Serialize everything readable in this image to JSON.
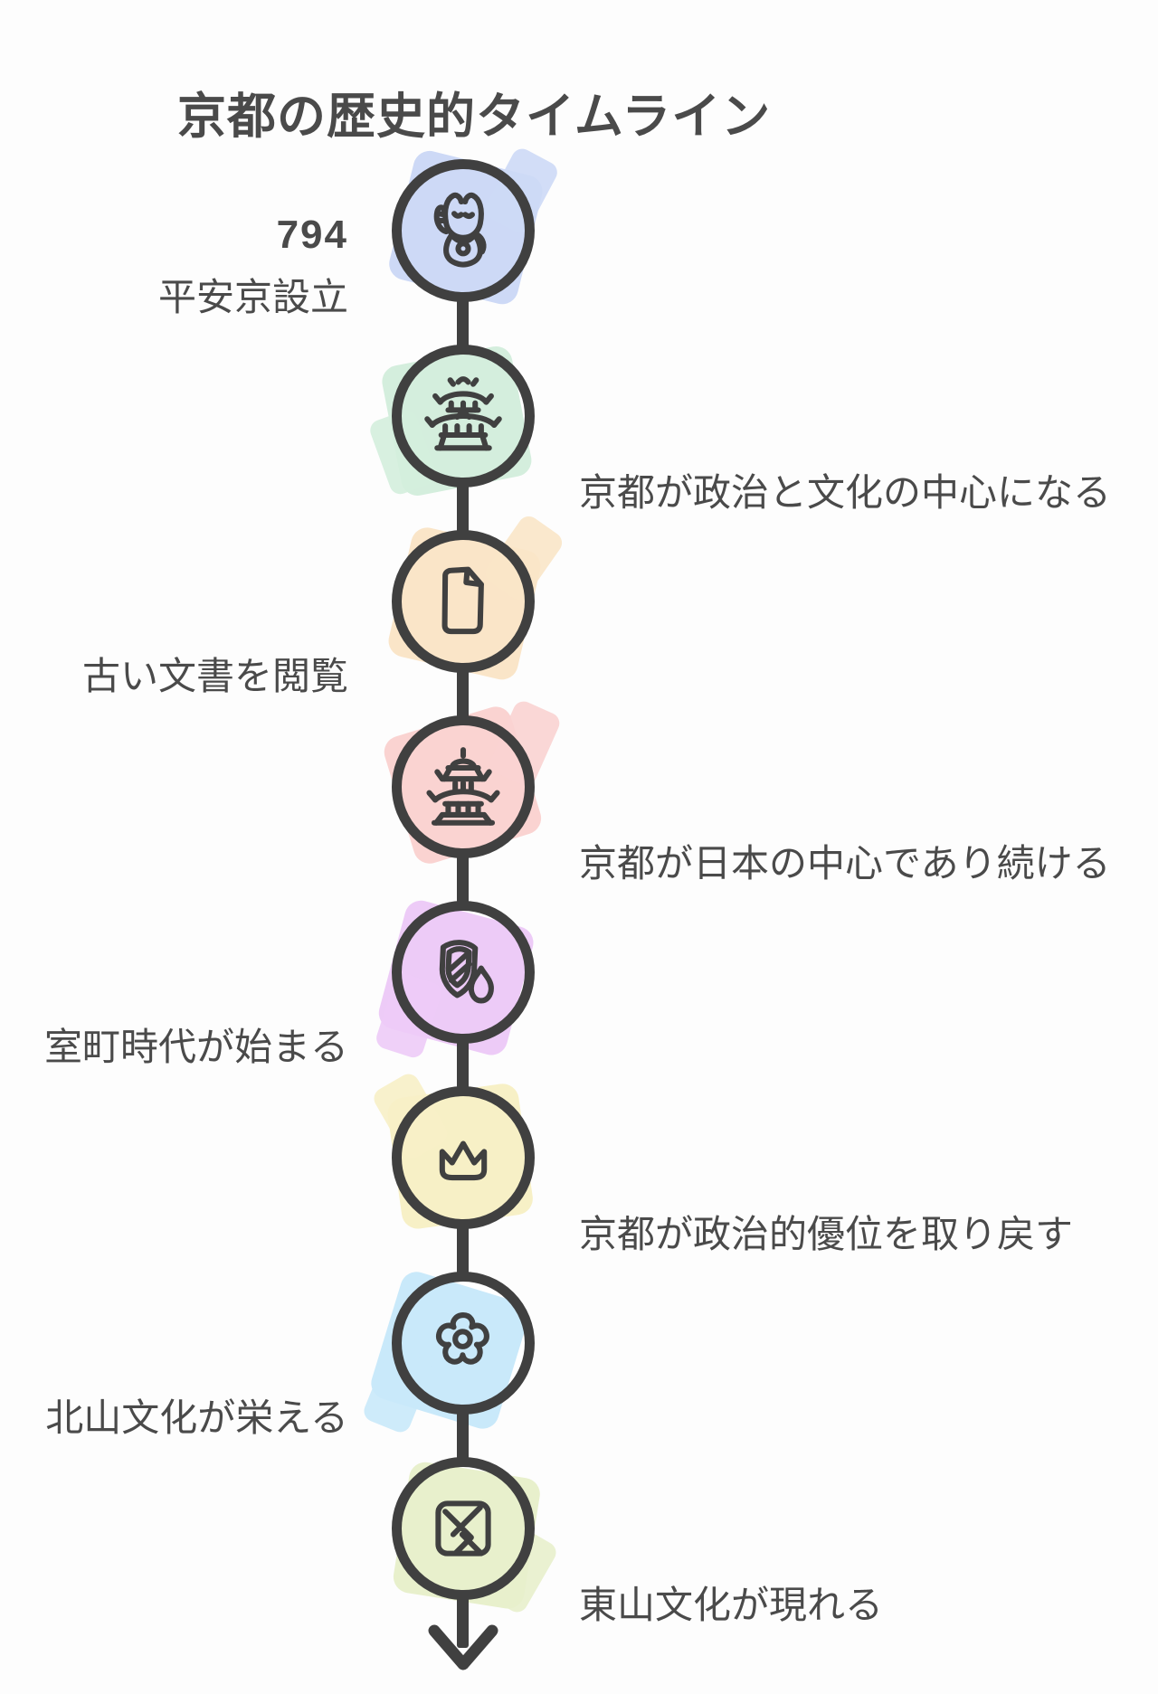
{
  "page": {
    "title": "京都の歴史的タイムライン",
    "background_color": "#fdfdfd",
    "stroke_color": "#404040",
    "text_color": "#4a4a4a"
  },
  "timeline": {
    "direction": "vertical-down",
    "end_marker": "arrow-down-icon",
    "items": [
      {
        "year": "794",
        "label": "平安京設立",
        "side": "left",
        "color": "#cdd9f6",
        "icon": "maneki-neko-cat-icon"
      },
      {
        "year": "",
        "label": "京都が政治と文化の中心になる",
        "side": "right",
        "color": "#d4eedd",
        "icon": "japanese-castle-icon"
      },
      {
        "year": "",
        "label": "古い文書を閲覧",
        "side": "left",
        "color": "#fae5c8",
        "icon": "document-icon"
      },
      {
        "year": "",
        "label": "京都が日本の中心であり続ける",
        "side": "right",
        "color": "#fad3d1",
        "icon": "pagoda-temple-icon"
      },
      {
        "year": "",
        "label": "室町時代が始まる",
        "side": "left",
        "color": "#edcbf7",
        "icon": "shield-drop-icon"
      },
      {
        "year": "",
        "label": "京都が政治的優位を取り戻す",
        "side": "right",
        "color": "#f7f0c6",
        "icon": "crown-icon"
      },
      {
        "year": "",
        "label": "北山文化が栄える",
        "side": "left",
        "color": "#c9e9fa",
        "icon": "flower-icon"
      },
      {
        "year": "",
        "label": "東山文化が現れる",
        "side": "right",
        "color": "#e8f0cc",
        "icon": "wrapped-pattern-icon"
      }
    ]
  }
}
